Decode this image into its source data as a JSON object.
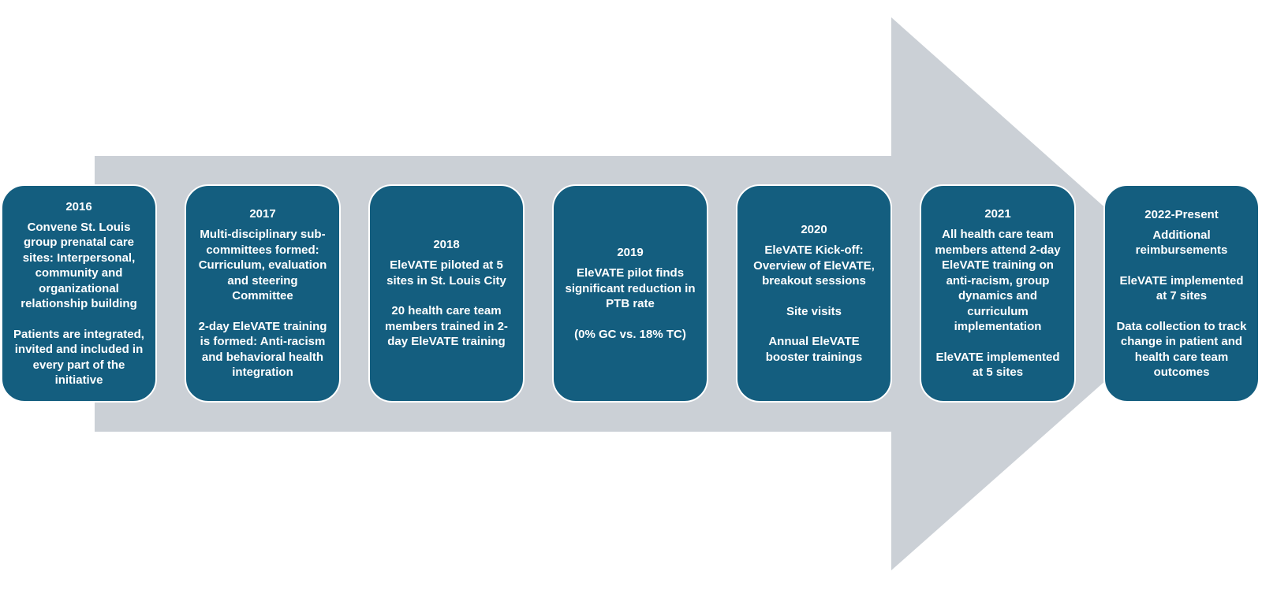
{
  "timeline": [
    {
      "year": "2016",
      "paragraphs": [
        "Convene St. Louis group prenatal care sites: Interpersonal, community and organizational relationship building",
        "Patients are integrated, invited and included in every part of the initiative"
      ]
    },
    {
      "year": "2017",
      "paragraphs": [
        "Multi-disciplinary sub-committees formed: Curriculum, evaluation and steering Committee",
        "2-day EleVATE training is formed: Anti-racism and behavioral health integration"
      ]
    },
    {
      "year": "2018",
      "paragraphs": [
        "EleVATE piloted at 5 sites in St. Louis City",
        "20 health care team members trained in 2-day EleVATE training"
      ]
    },
    {
      "year": "2019",
      "paragraphs": [
        "EleVATE pilot finds significant reduction in PTB rate",
        "(0% GC vs. 18% TC)"
      ]
    },
    {
      "year": "2020",
      "paragraphs": [
        "EleVATE Kick-off: Overview of EleVATE, breakout sessions",
        "Site visits",
        "Annual EleVATE booster trainings"
      ]
    },
    {
      "year": "2021",
      "paragraphs": [
        "All health care team members attend 2-day EleVATE training on anti-racism, group dynamics and curriculum implementation",
        "EleVATE implemented at 5 sites"
      ]
    },
    {
      "year": "2022-Present",
      "paragraphs": [
        "Additional reimbursements",
        "EleVATE implemented at 7 sites",
        "Data collection to track change in patient and health care team outcomes"
      ]
    }
  ],
  "colors": {
    "box": "#145e7f",
    "arrow": "#cbd0d6",
    "text": "#ffffff"
  }
}
